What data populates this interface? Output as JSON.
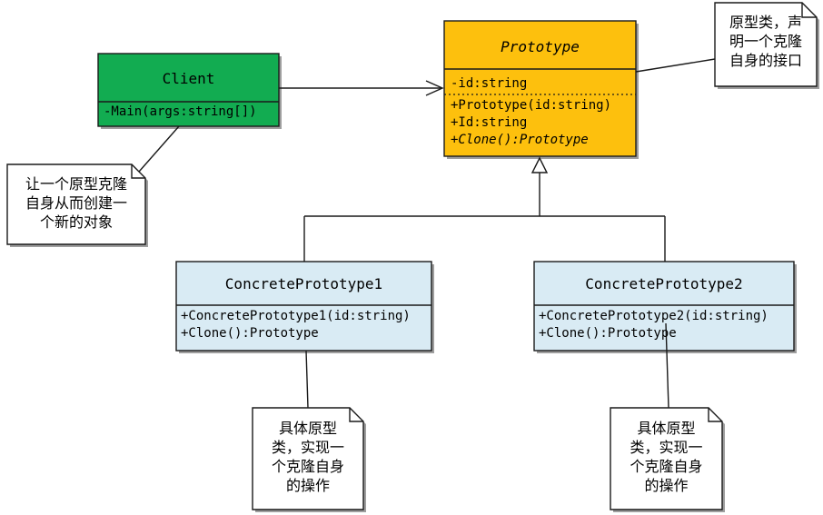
{
  "diagram_type": "uml-class-diagram",
  "classes": {
    "client": {
      "name": "Client",
      "fill": "#12AC51",
      "methods": [
        "-Main(args:string[])"
      ]
    },
    "prototype": {
      "name": "Prototype",
      "fill": "#FDC00D",
      "stereotype": "abstract",
      "attributes": [
        "-id:string"
      ],
      "methods": [
        "+Prototype(id:string)",
        "+Id:string",
        "+Clone():Prototype"
      ]
    },
    "concrete1": {
      "name": "ConcretePrototype1",
      "fill": "#D9EBF4",
      "methods": [
        "+ConcretePrototype1(id:string)",
        "+Clone():Prototype"
      ]
    },
    "concrete2": {
      "name": "ConcretePrototype2",
      "fill": "#D9EBF4",
      "methods": [
        "+ConcretePrototype2(id:string)",
        "+Clone():Prototype"
      ]
    }
  },
  "notes": {
    "prototype_note": {
      "text": "原型类，声\n明一个克隆\n自身的接口"
    },
    "client_note": {
      "text": "让一个原型克隆\n自身从而创建一\n个新的对象"
    },
    "concrete1_note": {
      "text": "具体原型\n类，实现一\n个克隆自身\n的操作"
    },
    "concrete2_note": {
      "text": "具体原型\n类，实现一\n个克隆自身\n的操作"
    }
  },
  "relationships": [
    {
      "from": "Client",
      "to": "Prototype",
      "type": "association",
      "arrow": "open-arrow"
    },
    {
      "from": "ConcretePrototype1",
      "to": "Prototype",
      "type": "generalization",
      "arrow": "hollow-triangle"
    },
    {
      "from": "ConcretePrototype2",
      "to": "Prototype",
      "type": "generalization",
      "arrow": "hollow-triangle"
    }
  ],
  "colors": {
    "line": "#1a1a1a",
    "shadow": "#9e9e9e",
    "note_bg": "#ffffff"
  }
}
